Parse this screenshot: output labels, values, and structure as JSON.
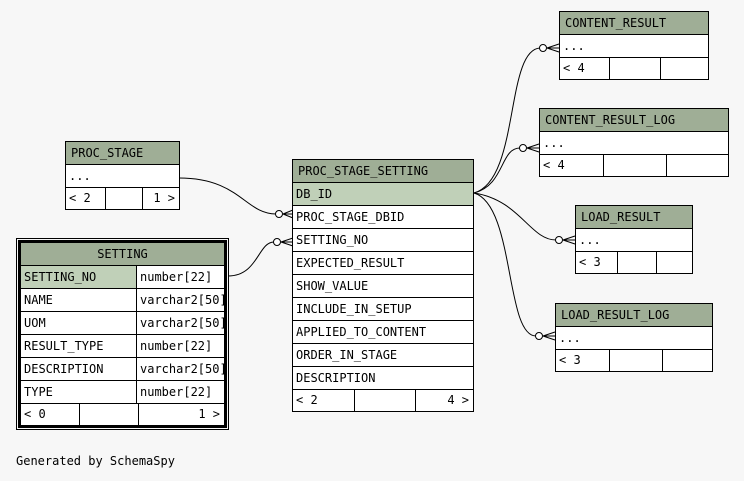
{
  "tables": {
    "content_result": {
      "name": "CONTENT_RESULT",
      "rows": [
        "..."
      ],
      "foot": [
        "< 4",
        "",
        ""
      ]
    },
    "content_result_log": {
      "name": "CONTENT_RESULT_LOG",
      "rows": [
        "..."
      ],
      "foot": [
        "< 4",
        "",
        ""
      ]
    },
    "proc_stage": {
      "name": "PROC_STAGE",
      "rows": [
        "..."
      ],
      "foot": [
        "< 2",
        "",
        "1 >"
      ]
    },
    "proc_stage_setting": {
      "name": "PROC_STAGE_SETTING",
      "rows": [
        "DB_ID",
        "PROC_STAGE_DBID",
        "SETTING_NO",
        "EXPECTED_RESULT",
        "SHOW_VALUE",
        "INCLUDE_IN_SETUP",
        "APPLIED_TO_CONTENT",
        "ORDER_IN_STAGE",
        "DESCRIPTION"
      ],
      "foot": [
        "< 2",
        "",
        "4 >"
      ]
    },
    "load_result": {
      "name": "LOAD_RESULT",
      "rows": [
        "..."
      ],
      "foot": [
        "< 3",
        "",
        ""
      ]
    },
    "load_result_log": {
      "name": "LOAD_RESULT_LOG",
      "rows": [
        "..."
      ],
      "foot": [
        "< 3",
        "",
        ""
      ]
    },
    "setting": {
      "name": "SETTING",
      "columns": [
        {
          "name": "SETTING_NO",
          "type": "number[22]"
        },
        {
          "name": "NAME",
          "type": "varchar2[50]"
        },
        {
          "name": "UOM",
          "type": "varchar2[50]"
        },
        {
          "name": "RESULT_TYPE",
          "type": "number[22]"
        },
        {
          "name": "DESCRIPTION",
          "type": "varchar2[50]"
        },
        {
          "name": "TYPE",
          "type": "number[22]"
        }
      ],
      "foot": [
        "< 0",
        "",
        "1 >"
      ]
    }
  },
  "caption": "Generated by SchemaSpy"
}
